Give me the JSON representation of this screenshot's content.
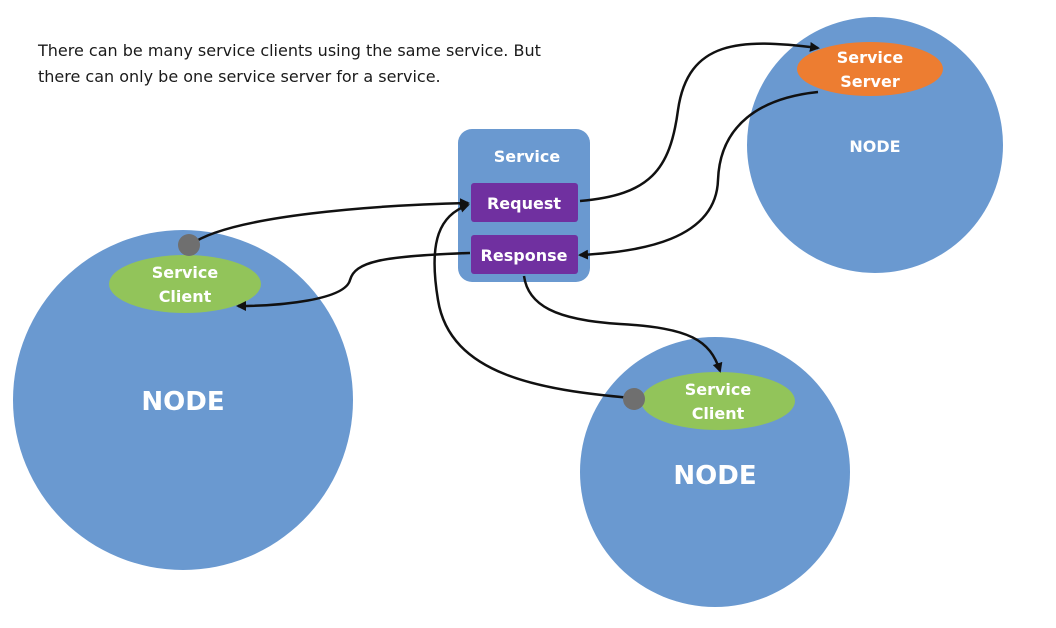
{
  "caption": {
    "line1": "There can be many service clients using the same service. But",
    "line2": "there can only be one service server for a service."
  },
  "service": {
    "title": "Service",
    "request_label": "Request",
    "response_label": "Response"
  },
  "server_node": {
    "label": "NODE",
    "server_label_line1": "Service",
    "server_label_line2": "Server"
  },
  "client_node_left": {
    "label": "NODE",
    "client_label_line1": "Service",
    "client_label_line2": "Client"
  },
  "client_node_right": {
    "label": "NODE",
    "client_label_line1": "Service",
    "client_label_line2": "Client"
  },
  "colors": {
    "node_blue": "#6a99d0",
    "service_box_blue": "#6a99d0",
    "purple": "#7030a0",
    "client_green": "#92c45a",
    "server_orange": "#ed7d31",
    "connector_gray": "#6f6f6f",
    "arrow_black": "#111111"
  }
}
